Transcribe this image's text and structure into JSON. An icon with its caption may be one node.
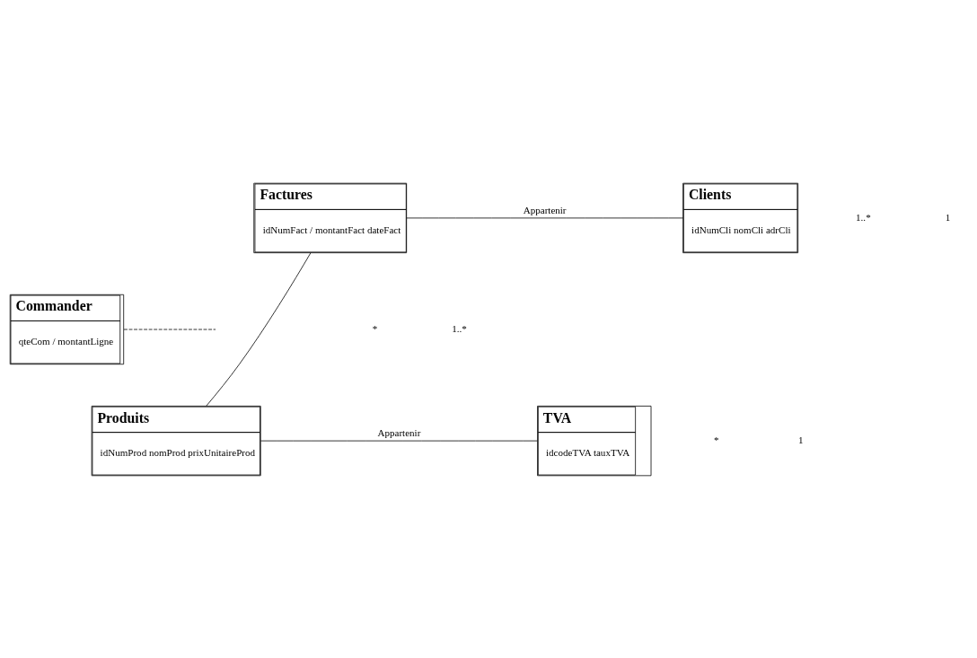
{
  "diagram": {
    "nodes": [
      {
        "text": [
          "Factures",
          "idNumFact / montantFact dateFact"
        ]
      },
      {
        "text": [
          "Clients",
          "idNumCli nomCli adrCli"
        ]
      },
      {
        "text": [
          "Commander",
          "qteCom / montantLigne"
        ]
      },
      {
        "text": [
          "Produits",
          "idNumProd nomProd prixUnitaireProd"
        ]
      },
      {
        "text": [
          "TVA",
          "idcodeTVA tauxTVA"
        ]
      }
    ],
    "edges": [
      {
        "from": 0,
        "to": 1,
        "arrow": "none",
        "label": "Appartenir"
      },
      {
        "from": 0,
        "to": 3,
        "arrow": "none"
      },
      {
        "from": 2,
        "to": null,
        "arrow": "none",
        "style": "dashed"
      },
      {
        "from": 3,
        "to": 4,
        "arrow": "none",
        "label": "Appartenir"
      }
    ],
    "labels": [
      "1..*",
      "1",
      "*",
      "1..*",
      "*",
      "1"
    ]
  }
}
